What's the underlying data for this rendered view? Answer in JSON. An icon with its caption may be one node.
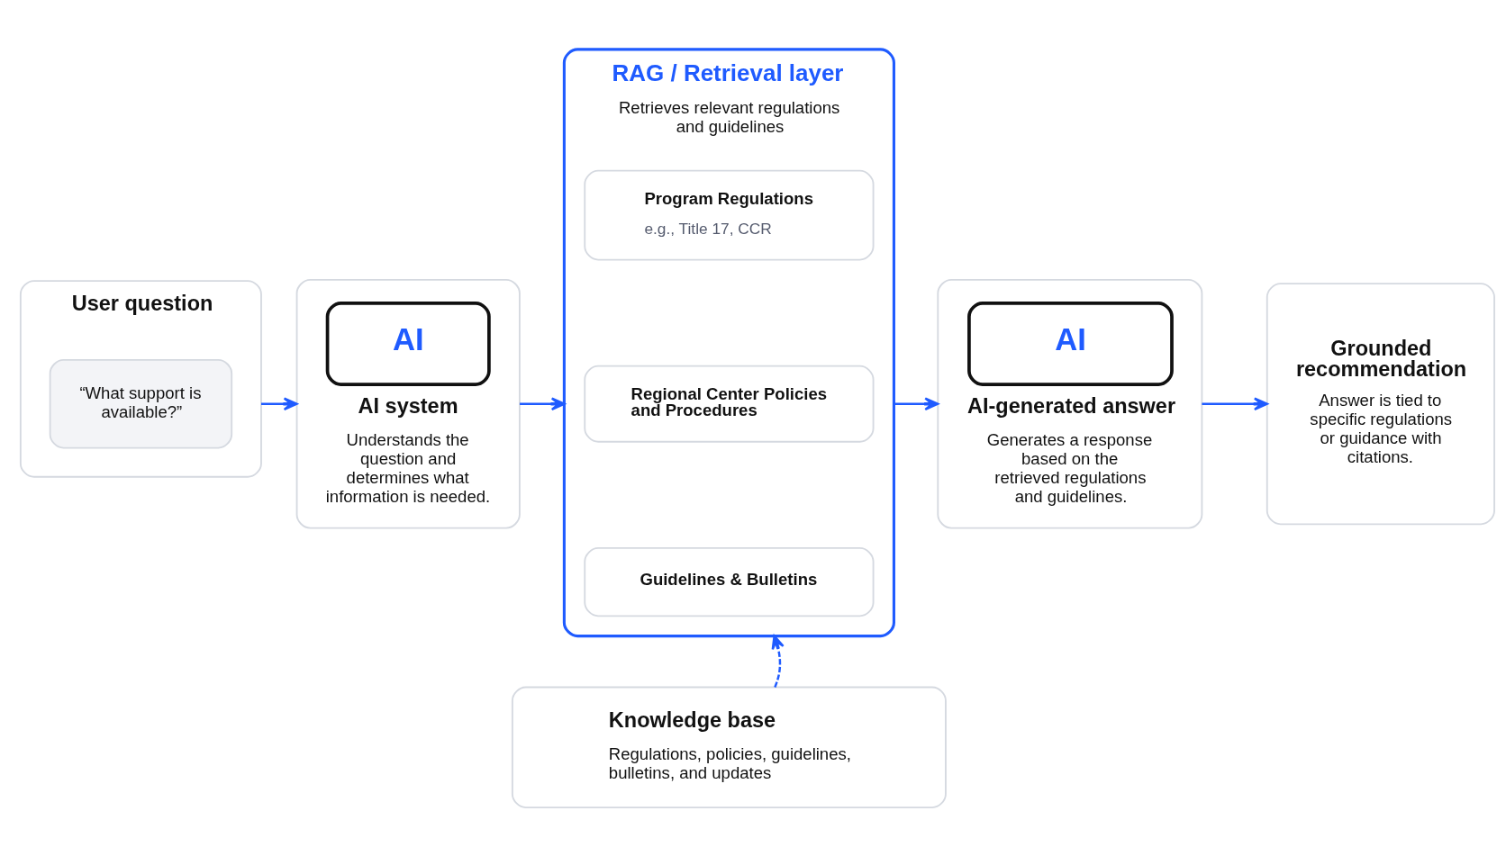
{
  "diagram": {
    "nodes": [
      {
        "text": [
          "User question"
        ]
      },
      {
        "text": [
          "“What support is available?”"
        ],
        "in": 0
      },
      {
        "text": [
          "AI",
          "AI system",
          "Understands the question and determines what information is needed."
        ]
      },
      {
        "text": [
          "RAG / Retrieval layer",
          "Retrieves relevant regulations and guidelines"
        ]
      },
      {
        "text": [
          "Program Regulations",
          "e.g., Title 17, CCR"
        ],
        "in": 3
      },
      {
        "text": [
          "Regional Center Policies and Procedures"
        ],
        "in": 3
      },
      {
        "text": [
          "Guidelines & Bulletins"
        ],
        "in": 3
      },
      {
        "text": [
          "AI",
          "AI-generated answer",
          "Generates a response based on the retrieved regulations and guidelines."
        ]
      },
      {
        "text": [
          "Grounded recommendation",
          "Answer is tied to specific regulations or guidance with citations."
        ]
      },
      {
        "text": [
          "Knowledge base",
          "Regulations, policies, guidelines, bulletins, and updates"
        ]
      }
    ],
    "edges": [
      {
        "from": 0,
        "to": 2,
        "arrow": "to"
      },
      {
        "from": 2,
        "to": 3,
        "arrow": "to"
      },
      {
        "from": 3,
        "to": 7,
        "arrow": "to"
      },
      {
        "from": 7,
        "to": 8,
        "arrow": "to"
      },
      {
        "from": 9,
        "to": 3,
        "arrow": "to",
        "style": "dashed"
      }
    ]
  }
}
